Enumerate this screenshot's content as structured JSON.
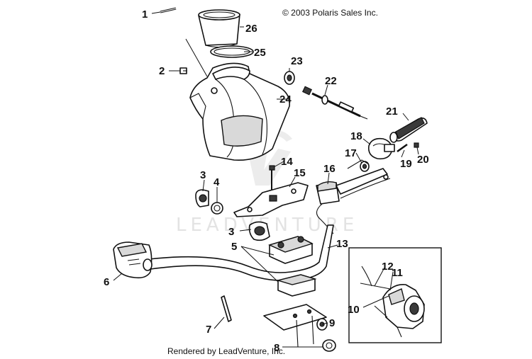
{
  "copyright": "© 2003 Polaris Sales Inc.",
  "rendered_by": "Rendered by LeadVenture, Inc.",
  "watermark": "LEADVENTURE",
  "callouts": [
    "1",
    "2",
    "3",
    "3",
    "4",
    "5",
    "6",
    "7",
    "8",
    "9",
    "10",
    "11",
    "12",
    "13",
    "14",
    "15",
    "16",
    "17",
    "18",
    "19",
    "20",
    "21",
    "22",
    "23",
    "24",
    "25",
    "26"
  ]
}
